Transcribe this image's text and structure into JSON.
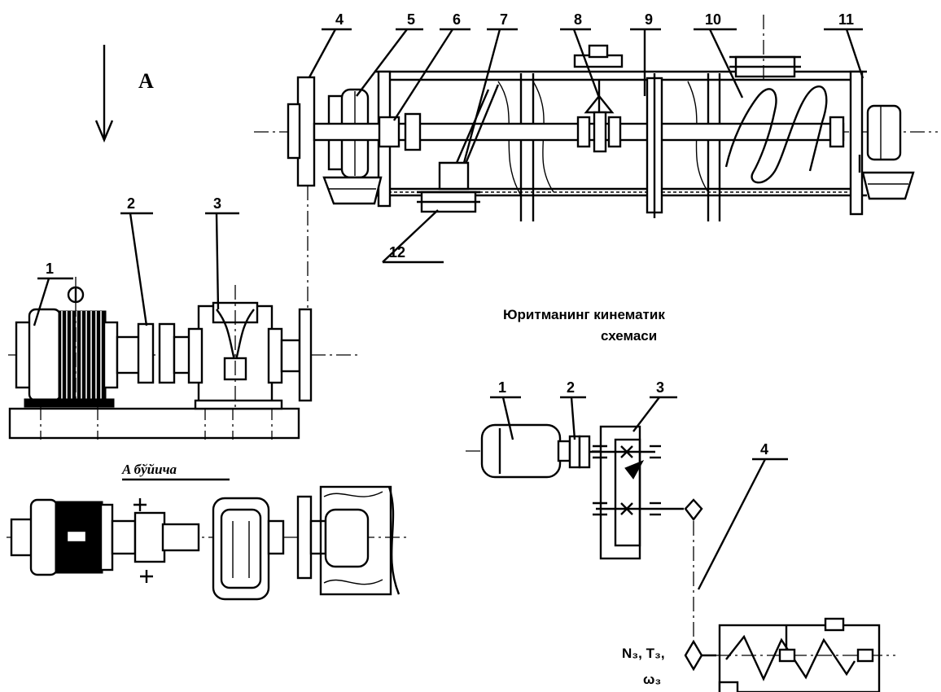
{
  "view_arrow_label": "A",
  "view_title": "A бўйича",
  "kinematic_title_line1": "Юритманинг  кинематик",
  "kinematic_title_line2": "схемаси",
  "top_callouts": [
    "4",
    "5",
    "6",
    "7",
    "8",
    "9",
    "10",
    "11"
  ],
  "bottom_callout_12": "12",
  "side_callouts": [
    "1",
    "2",
    "3"
  ],
  "kin_callouts": [
    "1",
    "2",
    "3",
    "4"
  ],
  "output_params_line1": "N₃, T₃,",
  "output_params_line2": "ω₃"
}
